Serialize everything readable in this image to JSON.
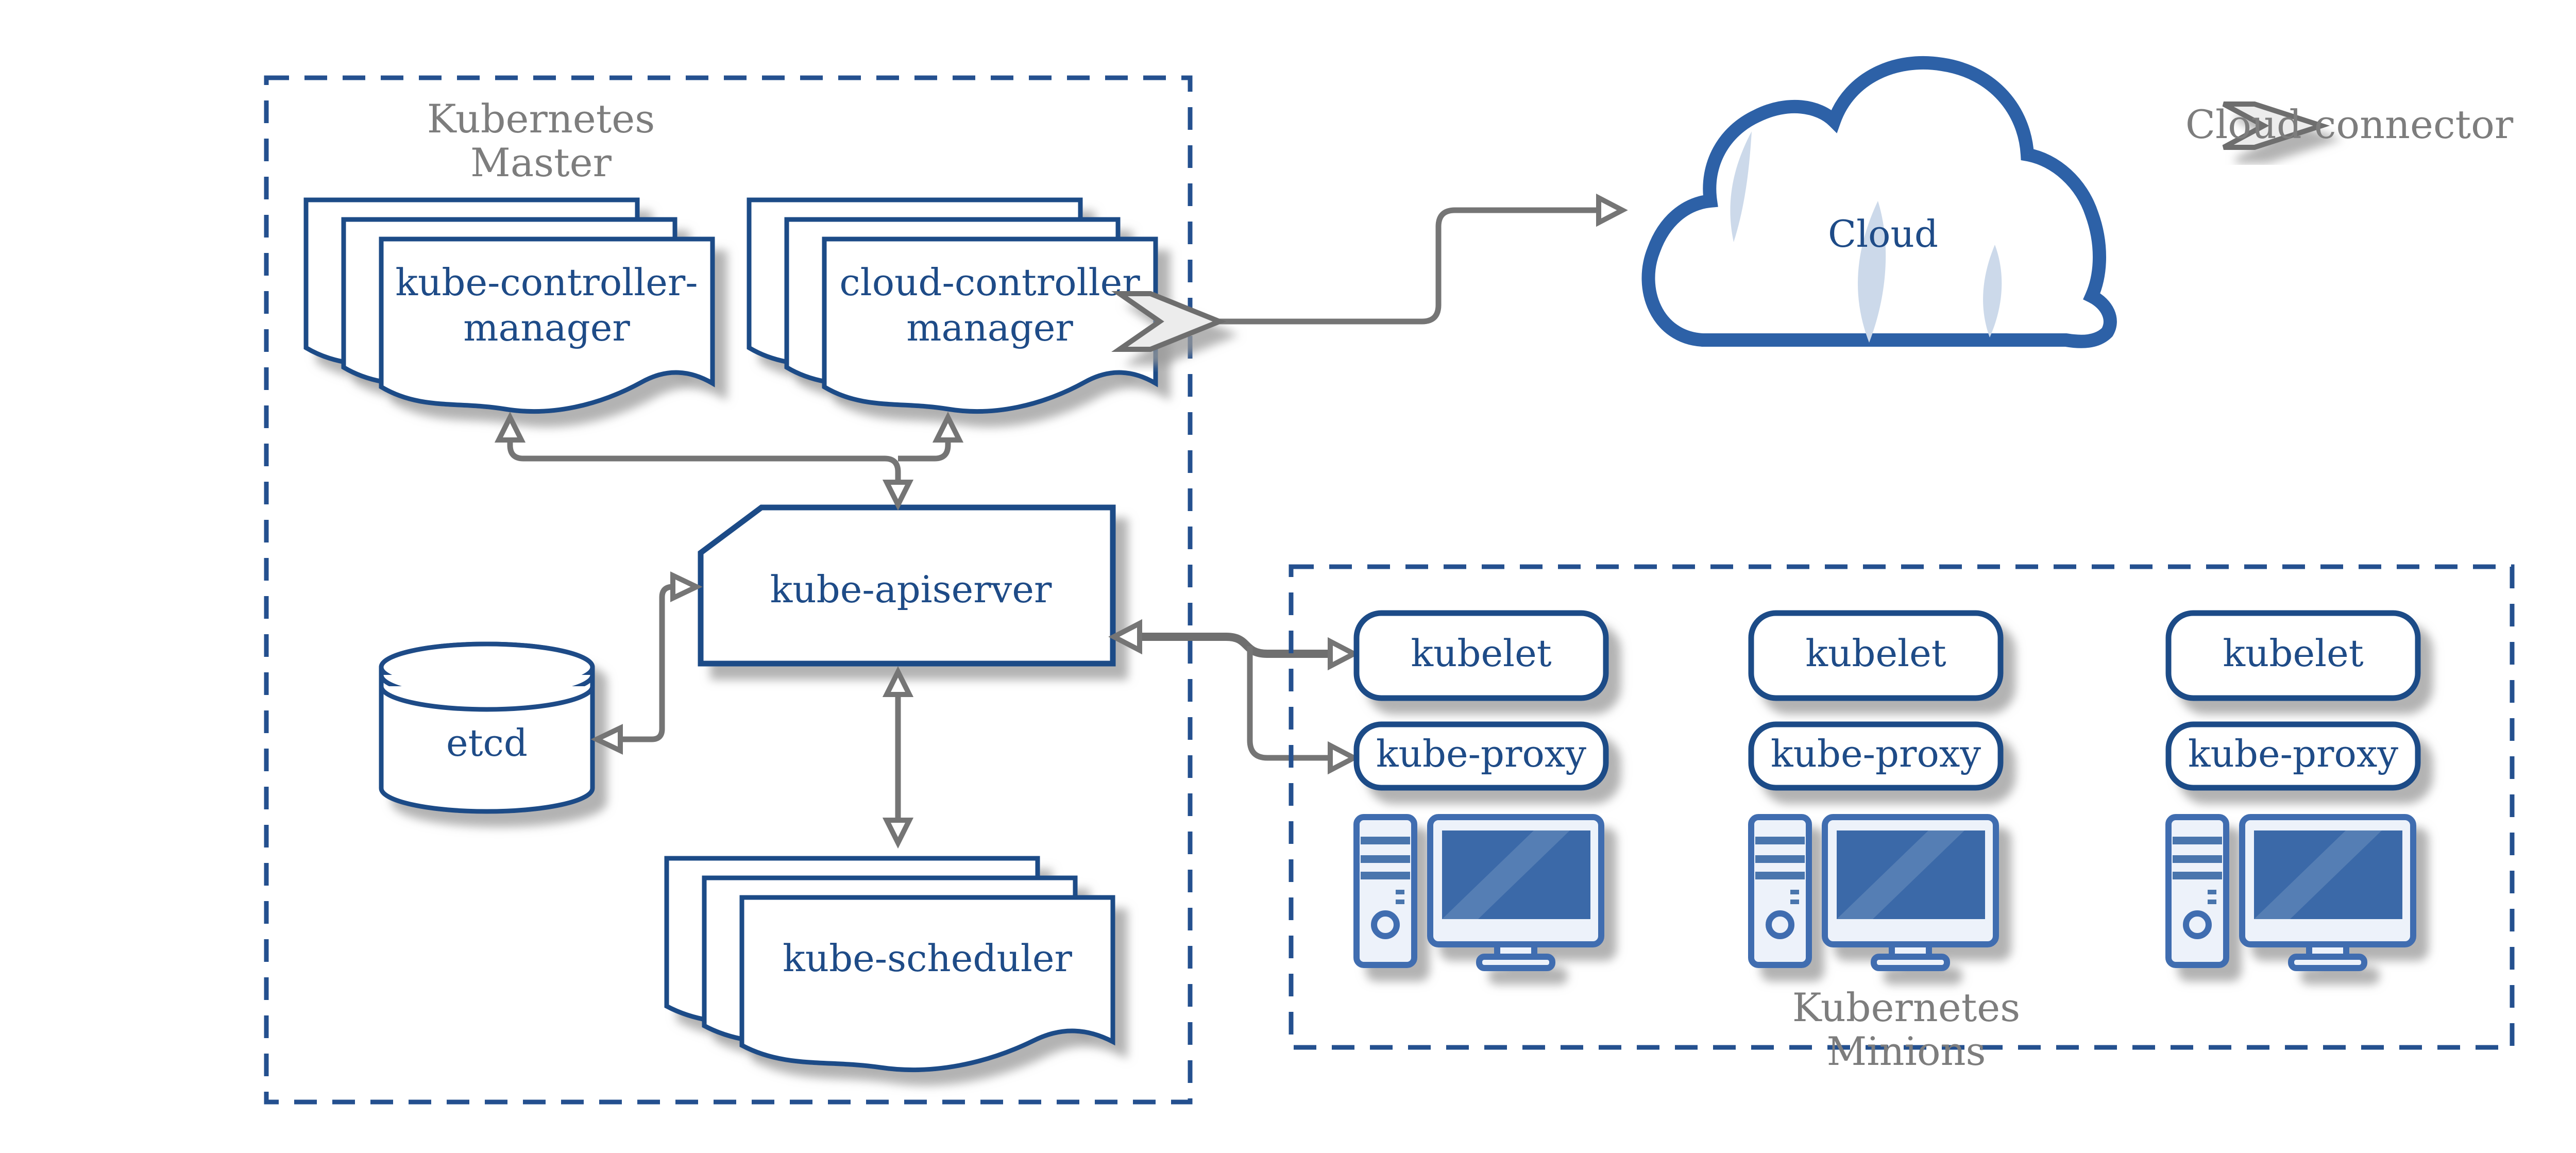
{
  "master": {
    "label_line1": "Kubernetes",
    "label_line2": "Master",
    "kube_controller_manager": {
      "line1": "kube-controller-",
      "line2": "manager"
    },
    "cloud_controller_manager": {
      "line1": "cloud-controller",
      "line2": "manager"
    },
    "kube_apiserver": {
      "label": "kube-apiserver"
    },
    "etcd": {
      "label": "etcd"
    },
    "kube_scheduler": {
      "label": "kube-scheduler"
    }
  },
  "cloud": {
    "label": "Cloud"
  },
  "legend": {
    "cloud_connector_label": "Cloud connector"
  },
  "minions": {
    "label_line1": "Kubernetes",
    "label_line2": "Minions",
    "nodes": [
      {
        "kubelet": "kubelet",
        "kube_proxy": "kube-proxy"
      },
      {
        "kubelet": "kubelet",
        "kube_proxy": "kube-proxy"
      },
      {
        "kubelet": "kubelet",
        "kube_proxy": "kube-proxy"
      }
    ]
  },
  "colors": {
    "navy": "#1e4b87",
    "dashed_border_blue": "#24508f",
    "gray_text": "#7d7d7d",
    "connector_gray": "#757575",
    "icon_blue": "#3f6db0",
    "screen_blue": "#3a69a8",
    "cloud_stroke": "#2d61a7",
    "cloud_shine": "#ccd9ea",
    "light_fill": "#edf2fa"
  }
}
